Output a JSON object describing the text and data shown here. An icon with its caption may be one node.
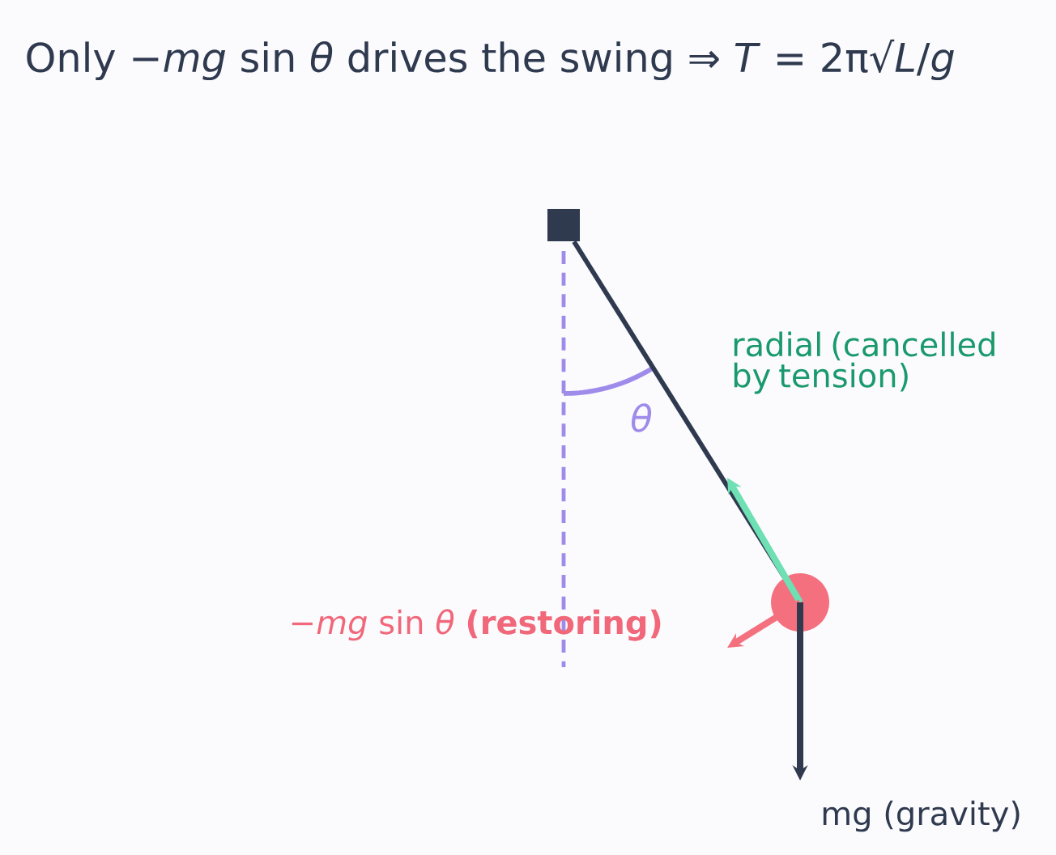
{
  "diagram": {
    "title": "Only −*mg* sin *θ* drives the swing  ⇒  *T* = 2π√*L*/*g*",
    "nodes": [
      {
        "text": [],
        "shape": "box"
      },
      {
        "text": [],
        "shape": "circle"
      }
    ],
    "edges": [
      {
        "from": 0,
        "to": 1,
        "arrow": "none"
      },
      {
        "from": 1,
        "to": null,
        "arrow": "to",
        "color": "#6ee0b4"
      },
      {
        "from": 1,
        "to": null,
        "arrow": "to",
        "color": "#f4707f"
      },
      {
        "from": 1,
        "to": null,
        "arrow": "to"
      }
    ],
    "labels": [
      "radial (cancelled by tension)",
      "θ",
      "−*mg* sin *θ* **(restoring)**",
      "mg (gravity)"
    ]
  }
}
